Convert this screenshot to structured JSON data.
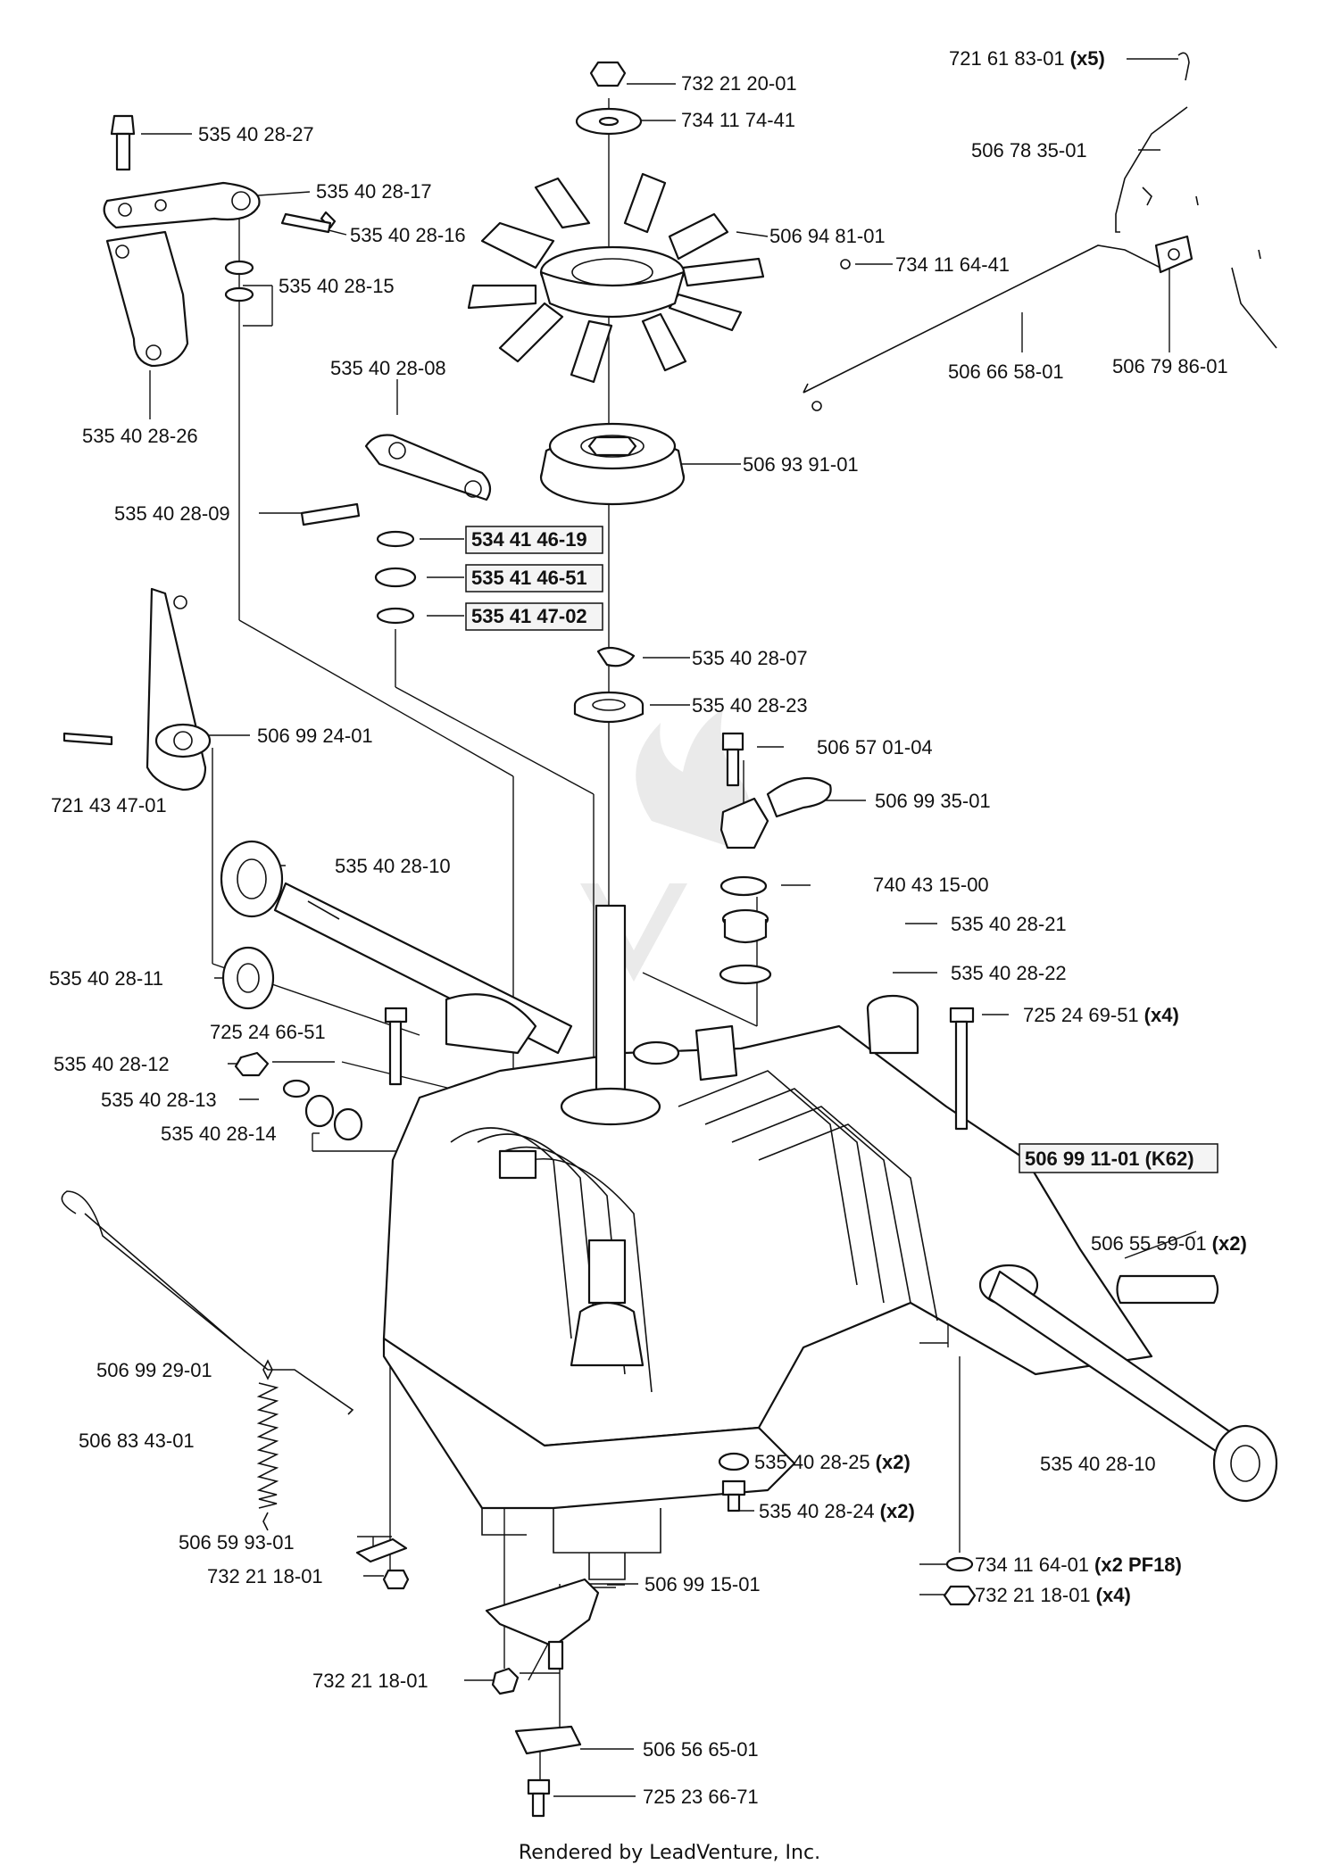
{
  "parts": [
    {
      "id": "p_732212001",
      "text": "732 21 20-01"
    },
    {
      "id": "p_734117441",
      "text": "734 11 74-41"
    },
    {
      "id": "p_535402827",
      "text": "535 40 28-27"
    },
    {
      "id": "p_535402817",
      "text": "535 40 28-17"
    },
    {
      "id": "p_535402816",
      "text": "535 40 28-16"
    },
    {
      "id": "p_535402815",
      "text": "535 40 28-15"
    },
    {
      "id": "p_535402826",
      "text": "535 40 28-26"
    },
    {
      "id": "p_535402808",
      "text": "535 40 28-08"
    },
    {
      "id": "p_535402809",
      "text": "535 40 28-09"
    },
    {
      "id": "p_506948101",
      "text": "506 94 81-01"
    },
    {
      "id": "p_506939101",
      "text": "506 93 91-01"
    },
    {
      "id": "p_534414619",
      "text": "534 41 46-19",
      "bold": true,
      "boxed": true
    },
    {
      "id": "p_535414651",
      "text": "535 41 46-51",
      "bold": true,
      "boxed": true
    },
    {
      "id": "p_535414702",
      "text": "535 41 47-02",
      "bold": true,
      "boxed": true
    },
    {
      "id": "p_535402807",
      "text": "535 40 28-07"
    },
    {
      "id": "p_535402823",
      "text": "535 40 28-23"
    },
    {
      "id": "p_721618301",
      "text": "721 61 83-01",
      "suffix": "(x5)"
    },
    {
      "id": "p_506783501",
      "text": "506 78 35-01"
    },
    {
      "id": "p_734116441",
      "text": "734 11 64-41"
    },
    {
      "id": "p_506665801",
      "text": "506 66 58-01"
    },
    {
      "id": "p_506798601",
      "text": "506 79 86-01"
    },
    {
      "id": "p_506992401",
      "text": "506 99 24-01"
    },
    {
      "id": "p_721434701",
      "text": "721 43 47-01"
    },
    {
      "id": "p_506570104",
      "text": "506 57 01-04"
    },
    {
      "id": "p_506993501",
      "text": "506 99 35-01"
    },
    {
      "id": "p_740431500",
      "text": "740 43 15-00"
    },
    {
      "id": "p_535402810a",
      "text": "535 40 28-10"
    },
    {
      "id": "p_535402821",
      "text": "535 40 28-21"
    },
    {
      "id": "p_535402811",
      "text": "535 40 28-11"
    },
    {
      "id": "p_535402822",
      "text": "535 40 28-22"
    },
    {
      "id": "p_725246651",
      "text": "725 24 66-51"
    },
    {
      "id": "p_725246951",
      "text": "725 24 69-51",
      "suffix": "(x4)"
    },
    {
      "id": "p_535402812",
      "text": "535 40 28-12"
    },
    {
      "id": "p_535402813",
      "text": "535 40 28-13"
    },
    {
      "id": "p_535402814",
      "text": "535 40 28-14"
    },
    {
      "id": "p_506991101",
      "text": "506 99 11-01 (K62)",
      "bold": true,
      "boxed": true
    },
    {
      "id": "p_506555901",
      "text": "506 55 59-01",
      "suffix": "(x2)"
    },
    {
      "id": "p_506992901",
      "text": "506 99 29-01"
    },
    {
      "id": "p_506834301",
      "text": "506 83 43-01"
    },
    {
      "id": "p_535402825",
      "text": "535 40 28-25",
      "suffix": "(x2)"
    },
    {
      "id": "p_535402810b",
      "text": "535 40 28-10"
    },
    {
      "id": "p_535402824",
      "text": "535 40 28-24",
      "suffix": "(x2)"
    },
    {
      "id": "p_506599301",
      "text": "506 59 93-01"
    },
    {
      "id": "p_732211801a",
      "text": "732 21 18-01"
    },
    {
      "id": "p_734116401",
      "text": "734 11 64-01",
      "suffix": "(x2 PF18)"
    },
    {
      "id": "p_732211801b",
      "text": "732 21 18-01",
      "suffix": "(x4)"
    },
    {
      "id": "p_506991501",
      "text": "506 99 15-01"
    },
    {
      "id": "p_732211801c",
      "text": "732 21 18-01"
    },
    {
      "id": "p_506566501",
      "text": "506 56 65-01"
    },
    {
      "id": "p_725236671",
      "text": "725 23 66-71"
    }
  ],
  "footer": "Rendered by LeadVenture, Inc."
}
